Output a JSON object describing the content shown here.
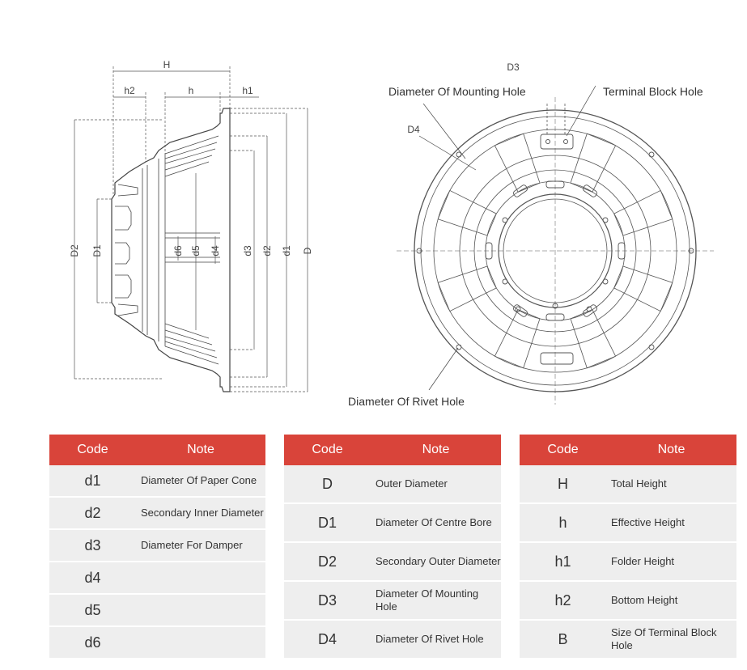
{
  "side_view": {
    "dims": {
      "H": "H",
      "h2": "h2",
      "h": "h",
      "h1": "h1",
      "D2": "D2",
      "D1": "D1",
      "d6": "d6",
      "d5": "d5",
      "d4": "d4",
      "d3": "d3",
      "d2": "d2",
      "d1": "d1",
      "D": "D"
    }
  },
  "front_view": {
    "d3_label": "D3",
    "d4_label": "D4",
    "callout_mounting_hole": "Diameter Of Mounting Hole",
    "callout_terminal_block": "Terminal Block Hole",
    "callout_rivet_hole": "Diameter Of Rivet Hole"
  },
  "tables": [
    {
      "header": {
        "code": "Code",
        "note": "Note"
      },
      "rows": [
        {
          "code": "d1",
          "note": "Diameter Of Paper Cone"
        },
        {
          "code": "d2",
          "note": "Secondary Inner Diameter"
        },
        {
          "code": "d3",
          "note": "Diameter For Damper"
        },
        {
          "code": "d4",
          "note": ""
        },
        {
          "code": "d5",
          "note": ""
        },
        {
          "code": "d6",
          "note": ""
        }
      ]
    },
    {
      "header": {
        "code": "Code",
        "note": "Note"
      },
      "rows": [
        {
          "code": "D",
          "note": "Outer Diameter"
        },
        {
          "code": "D1",
          "note": "Diameter Of Centre Bore"
        },
        {
          "code": "D2",
          "note": "Secondary Outer Diameter"
        },
        {
          "code": "D3",
          "note": "Diameter Of Mounting Hole"
        },
        {
          "code": "D4",
          "note": "Diameter Of Rivet Hole"
        }
      ]
    },
    {
      "header": {
        "code": "Code",
        "note": "Note"
      },
      "rows": [
        {
          "code": "H",
          "note": "Total Height"
        },
        {
          "code": "h",
          "note": "Effective Height"
        },
        {
          "code": "h1",
          "note": "Folder Height"
        },
        {
          "code": "h2",
          "note": "Bottom Height"
        },
        {
          "code": "B",
          "note": "Size Of Terminal Block Hole"
        }
      ]
    }
  ]
}
